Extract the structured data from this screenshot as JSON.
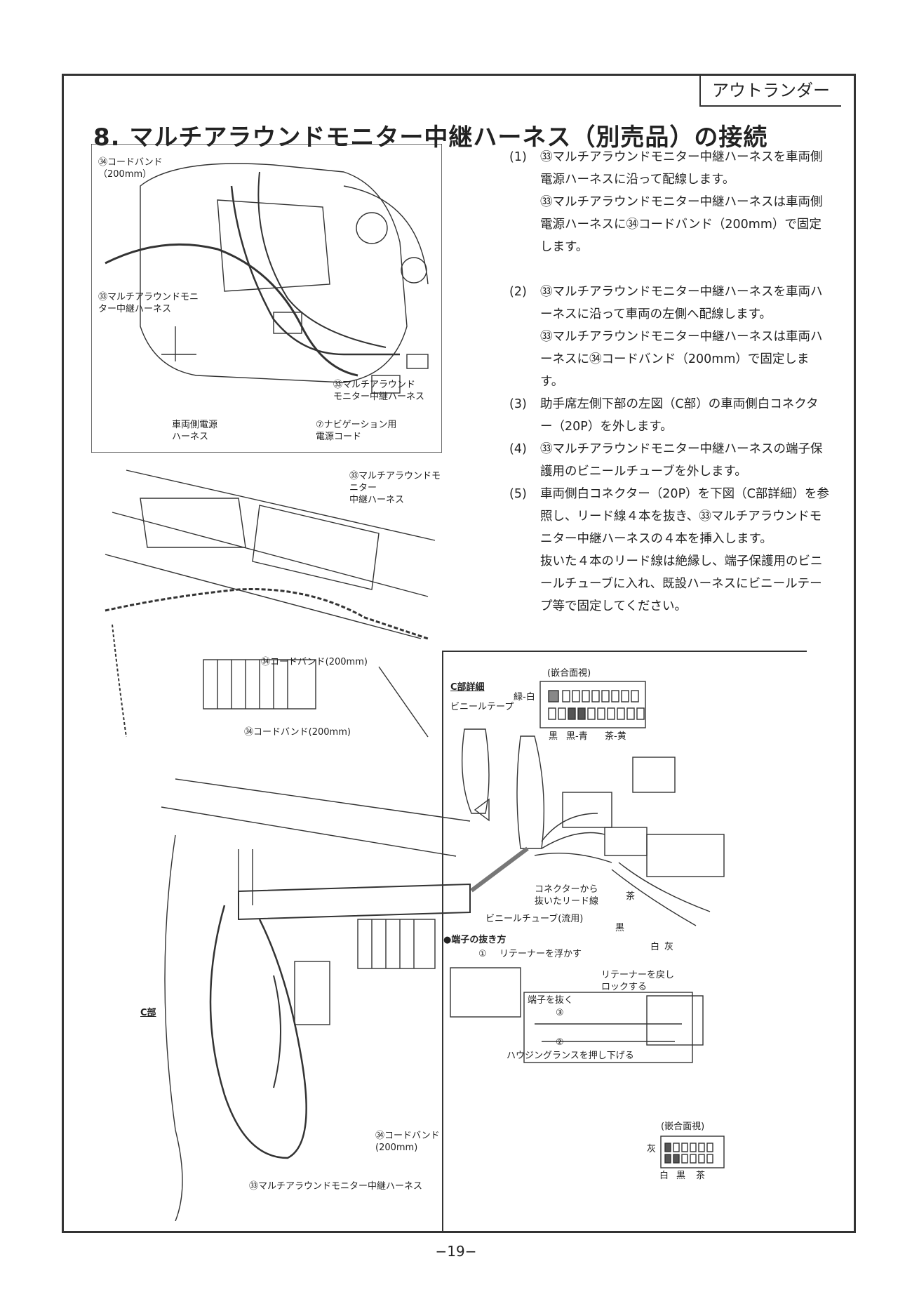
{
  "header": {
    "model_tab": "アウトランダー",
    "title": "8. マルチアラウンドモニター中継ハーネス（別売品）の接続"
  },
  "steps": [
    {
      "num": "(1)",
      "text": "㉝マルチアラウンドモニター中継ハーネスを車両側電源ハーネスに沿って配線します。\n㉝マルチアラウンドモニター中継ハーネスは車両側電源ハーネスに㉞コードバンド（200mm）で固定します。"
    },
    {
      "num": "(2)",
      "text": "㉝マルチアラウンドモニター中継ハーネスを車両ハーネスに沿って車両の左側へ配線します。\n㉝マルチアラウンドモニター中継ハーネスは車両ハーネスに㉞コードバンド（200mm）で固定します。"
    },
    {
      "num": "(3)",
      "text": "助手席左側下部の左図（C部）の車両側白コネクター（20P）を外します。"
    },
    {
      "num": "(4)",
      "text": "㉝マルチアラウンドモニター中継ハーネスの端子保護用のビニールチューブを外します。"
    },
    {
      "num": "(5)",
      "text": "車両側白コネクター（20P）を下図（C部詳細）を参照し、リード線４本を抜き、㉝マルチアラウンドモニター中継ハーネスの４本を挿入します。\n抜いた４本のリード線は絶縁し、端子保護用のビニールチューブに入れ、既設ハーネスにビニールテープ等で固定してください。"
    }
  ],
  "figure1": {
    "label_cord_band": "㉞コードバンド\n（200mm）",
    "label_harness_left": "㉝マルチアラウンドモニ\nター中継ハーネス",
    "label_harness_right": "㉝マルチアラウンド\nモニター中継ハーネス",
    "label_vehicle_power": "車両側電源\nハーネス",
    "label_nav_power": "⑦ナビゲーション用\n電源コード"
  },
  "figure2": {
    "label_harness": "㉝マルチアラウンドモニター\n中継ハーネス",
    "label_band_1": "㉞コードバンド(200mm)",
    "label_band_2": "㉞コードバンド(200mm)"
  },
  "figure3": {
    "label_c_part": "C部",
    "label_band": "㉞コードバンド\n(200mm)",
    "label_harness": "㉝マルチアラウンドモニター中継ハーネス"
  },
  "detail": {
    "title": "C部詳細",
    "view_label_top": "(嵌合面視)",
    "green_white": "緑-白",
    "black": "黒",
    "black_blue": "黒-青",
    "brown_yellow": "茶-黄",
    "vinyl_tape": "ビニールテープ",
    "removed_leads": "コネクターから\n抜いたリード線",
    "vinyl_tube": "ビニールチューブ(流用)",
    "brown": "茶",
    "black2": "黒",
    "white_gray": "白",
    "gray": "灰",
    "how_to_remove": "●端子の抜き方",
    "step1": "①",
    "retainer_float": "リテーナーを浮かす",
    "pull_terminal": "端子を抜く",
    "step3": "③",
    "step2": "②",
    "push_lance": "ハウジングランスを押し下げる",
    "retainer_lock": "リテーナーを戻し\nロックする",
    "view_label_bottom": "(嵌合面視)",
    "bottom_gray": "灰",
    "bottom_white": "白",
    "bottom_black": "黒",
    "bottom_brown": "茶"
  },
  "footer": {
    "page": "−19−"
  }
}
